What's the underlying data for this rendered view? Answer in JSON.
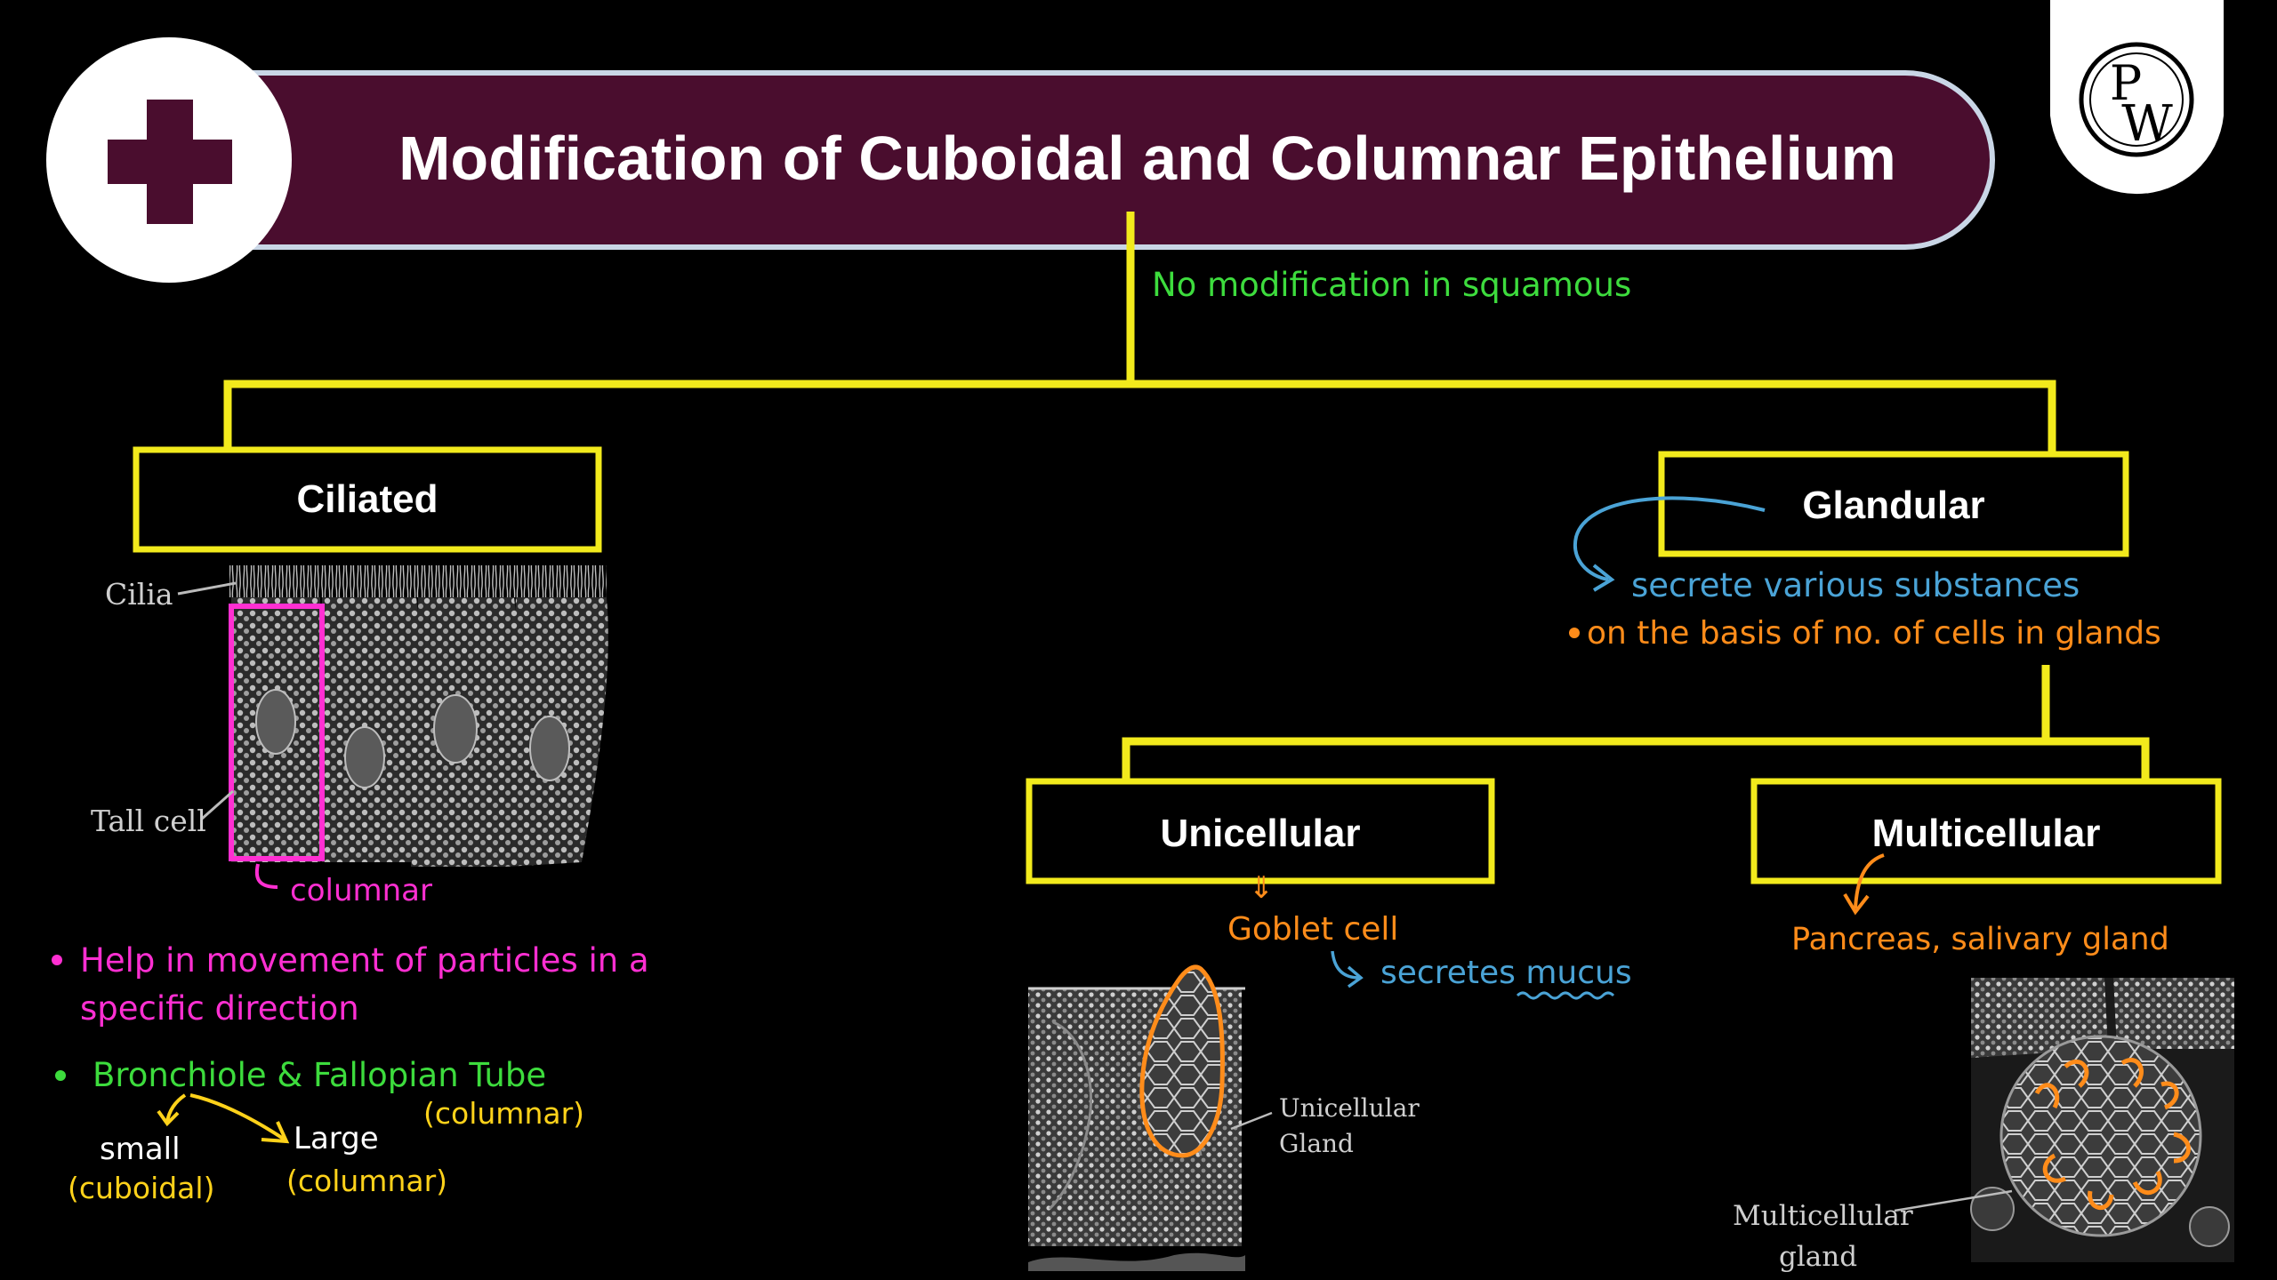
{
  "title": "Modification of Cuboidal and Columnar Epithelium",
  "logo": {
    "letters_top": "P",
    "letters_bottom": "W"
  },
  "note_top": "No modification in squamous",
  "ciliated": {
    "label": "Ciliated",
    "fig_cilia": "Cilia",
    "fig_tall_cell": "Tall cell",
    "columnar_note": "columnar",
    "bullet1_line1": "Help in movement of particles in a",
    "bullet1_line2": "specific direction",
    "bullet2": "Bronchiole & Fallopian Tube",
    "fallopian_note": "(columnar)",
    "small": "small",
    "small_type": "(cuboidal)",
    "large": "Large",
    "large_type": "(columnar)"
  },
  "glandular": {
    "label": "Glandular",
    "note1": "secrete various substances",
    "note2": "on the basis of no. of cells in glands"
  },
  "unicellular": {
    "label": "Unicellular",
    "arrow": "⇓",
    "example": "Goblet cell",
    "secretes": "secretes mucus",
    "fig_label_1": "Unicellular",
    "fig_label_2": "Gland"
  },
  "multicellular": {
    "label": "Multicellular",
    "example": "Pancreas, salivary gland",
    "fig_label_1": "Multicellular",
    "fig_label_2": "gland"
  },
  "colors": {
    "banner": "#4a0d2e",
    "banner_border": "#c9d6e6",
    "connector": "#f2ea1c",
    "green_note": "#3ddc3d",
    "magenta_note": "#ff2fd2",
    "blue_note": "#4aa3d6",
    "orange_note": "#ff8c1a",
    "yellow_note": "#ffd21a"
  }
}
